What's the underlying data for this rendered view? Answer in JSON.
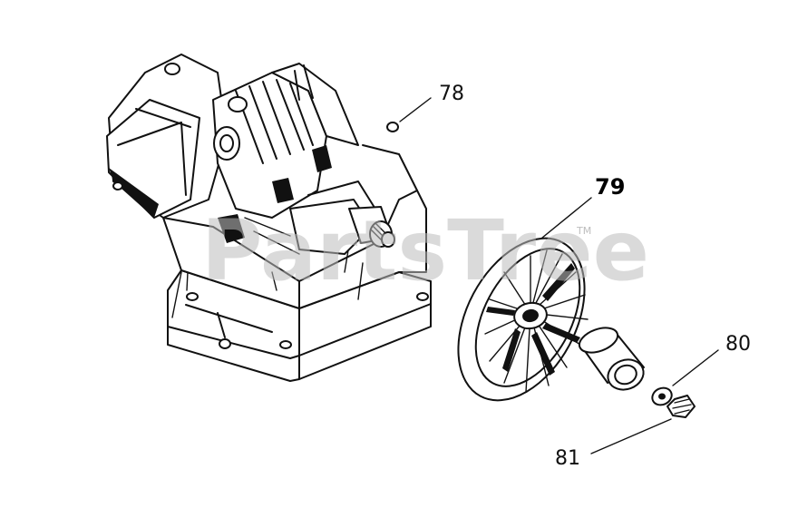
{
  "watermark": {
    "text": "PartsTree",
    "tm": "TM"
  },
  "callouts": [
    {
      "id": "78",
      "label": "78"
    },
    {
      "id": "79",
      "label": "79"
    },
    {
      "id": "80",
      "label": "80"
    },
    {
      "id": "81",
      "label": "81"
    }
  ]
}
